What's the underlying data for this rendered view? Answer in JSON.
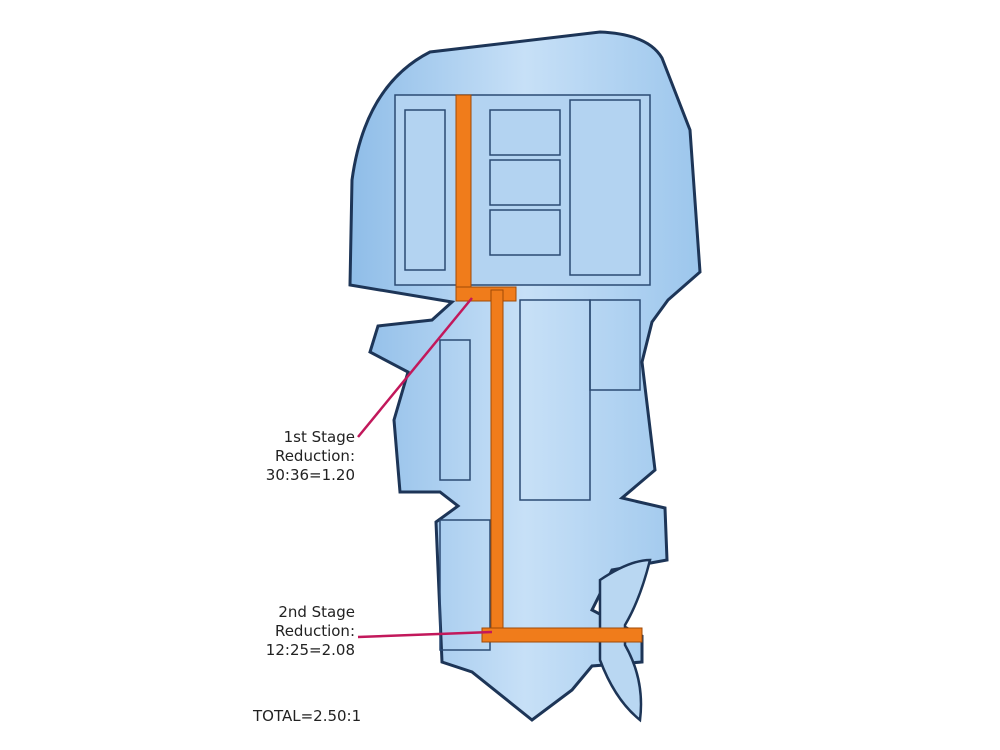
{
  "title": "Outboard motor cutaway – gear reduction",
  "colors": {
    "body": "#a9cdef",
    "outline": "#1d3557",
    "shaft": "#f07c1b",
    "leader": "#c2185b"
  },
  "labels": {
    "stage1": {
      "line1": "1st Stage",
      "line2": "Reduction:",
      "line3": "30:36=1.20"
    },
    "stage2": {
      "line1": "2nd Stage",
      "line2": "Reduction:",
      "line3": "12:25=2.08"
    },
    "total": "TOTAL=2.50:1"
  }
}
